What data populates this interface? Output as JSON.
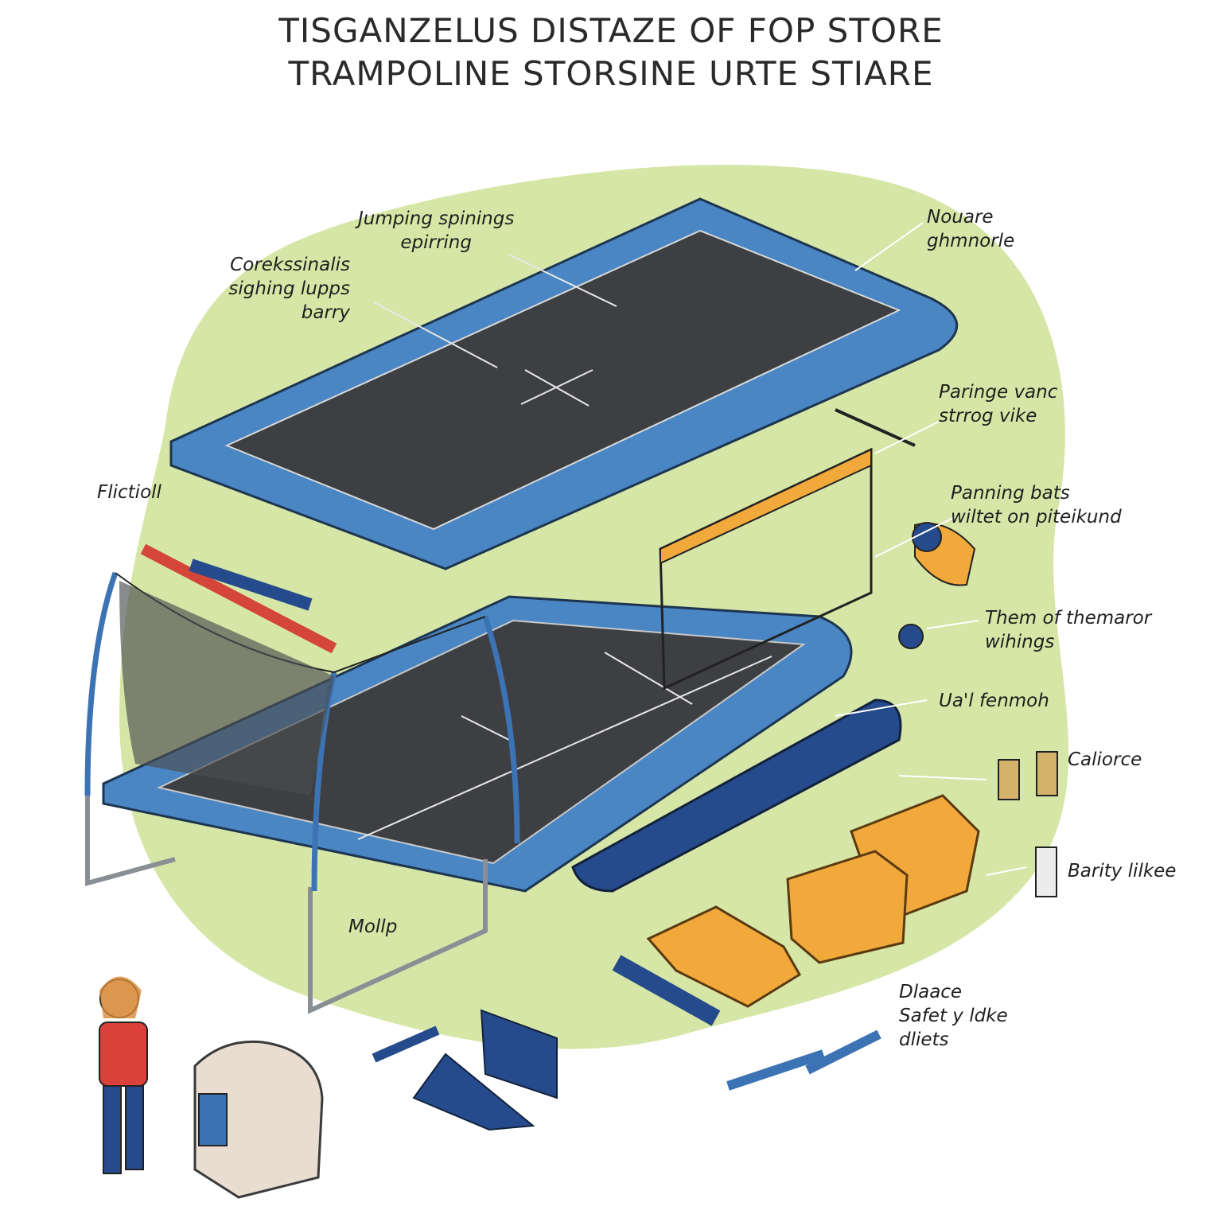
{
  "title": {
    "line1": "TISGANZELUS DISTAZE OF FOP STORE",
    "line2": "TRAMPOLINE STORSINE URTE STIARE"
  },
  "labels": {
    "jumping": [
      "Jumping spinings",
      "epirring"
    ],
    "corekss": [
      "Corekssinalis",
      "sighing lupps",
      "barry"
    ],
    "nouare": [
      "Nouare",
      "ghmnorle"
    ],
    "paringe": [
      "Paringe vanc",
      "strrog vike"
    ],
    "flictioll": [
      "Flictioll"
    ],
    "panning": [
      "Panning bats",
      "wiltet on piteikund"
    ],
    "them": [
      "Them of themaror",
      "wihings"
    ],
    "uafen": [
      "Ua'l fenmoh"
    ],
    "caliorce": [
      "Caliorce"
    ],
    "barity": [
      "Barity lilkee"
    ],
    "mollp": [
      "Mollp"
    ],
    "dlaace": [
      "Dlaace",
      "Safet y ldke",
      "dliets"
    ]
  },
  "colors": {
    "blob": "#d6e6a6",
    "pad": "#4a86c4",
    "mat": "#3d3f42",
    "orange": "#f2a93b",
    "navy": "#264b8c"
  }
}
